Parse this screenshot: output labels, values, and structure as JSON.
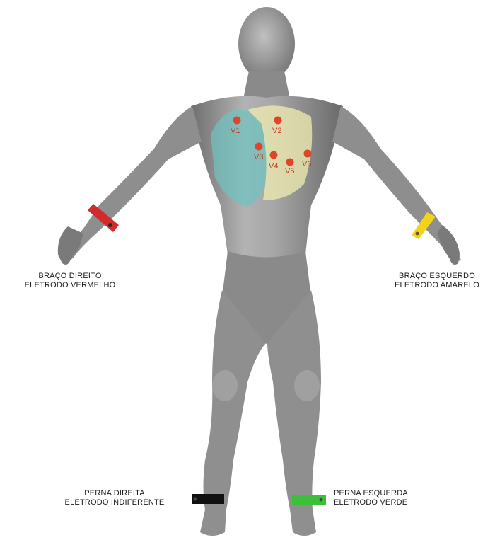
{
  "limb_leads": {
    "right_arm": {
      "line1": "BRAÇO DIREITO",
      "line2": "ELETRODO VERMELHO",
      "color": "#d42a2a"
    },
    "left_arm": {
      "line1": "BRAÇO ESQUERDO",
      "line2": "ELETRODO AMARELO",
      "color": "#f2d21b"
    },
    "right_leg": {
      "line1": "PERNA DIREITA",
      "line2": "ELETRODO INDIFERENTE",
      "color": "#111111"
    },
    "left_leg": {
      "line1": "PERNA ESQUERDA",
      "line2": "ELETRODO VERDE",
      "color": "#3cc03c"
    }
  },
  "precordial_leads": [
    "V1",
    "V2",
    "V3",
    "V4",
    "V5",
    "V6"
  ],
  "colors": {
    "body": "#8c8c8c",
    "electrode": "#e0452a",
    "region_right": "#6ec4c0",
    "region_left": "#f0eeb0"
  }
}
